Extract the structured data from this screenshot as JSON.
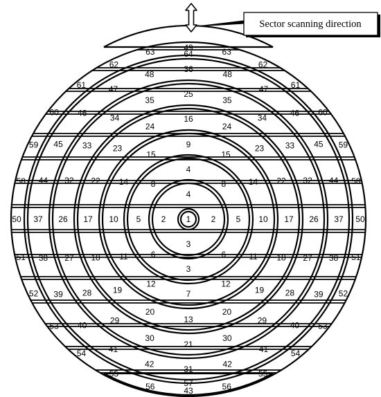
{
  "callout": {
    "text": "Sector scanning direction"
  },
  "center_label": "1",
  "rings": [
    [
      "2",
      "4",
      "2",
      "3"
    ],
    [
      "5",
      "8",
      "4",
      "8",
      "5",
      "6",
      "3",
      "6"
    ],
    [
      "10",
      "14",
      "15",
      "9",
      "15",
      "14",
      "10",
      "11",
      "12",
      "7",
      "12",
      "11"
    ],
    [
      "17",
      "22",
      "23",
      "24",
      "16",
      "24",
      "23",
      "22",
      "17",
      "18",
      "19",
      "20",
      "13",
      "20",
      "19",
      "18"
    ],
    [
      "26",
      "32",
      "33",
      "34",
      "35",
      "25",
      "35",
      "34",
      "33",
      "32",
      "26",
      "27",
      "28",
      "29",
      "30",
      "21",
      "30",
      "29",
      "28",
      "27"
    ],
    [
      "37",
      "44",
      "45",
      "46",
      "47",
      "48",
      "36",
      "48",
      "47",
      "46",
      "45",
      "44",
      "37",
      "38",
      "39",
      "40",
      "41",
      "42",
      "31",
      "42",
      "41",
      "40",
      "39",
      "38"
    ],
    [
      "50",
      "58",
      "59",
      "60",
      "61",
      "62",
      "63",
      "49",
      "63",
      "62",
      "61",
      "60",
      "59",
      "58",
      "50",
      "51",
      "52",
      "53",
      "54",
      "55",
      "56",
      "43",
      "56",
      "55",
      "54",
      "53",
      "52",
      "51"
    ]
  ],
  "outer_cap_top": "64",
  "outer_cap_bottom": "57"
}
